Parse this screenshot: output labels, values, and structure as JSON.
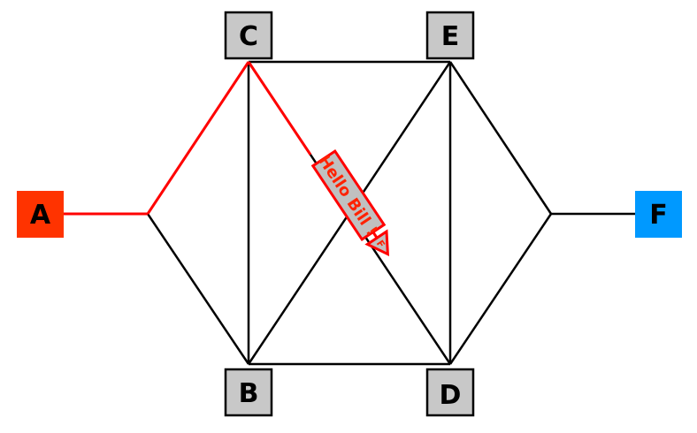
{
  "nodes": {
    "A": {
      "label": "A",
      "fill": "#ff3300"
    },
    "B": {
      "label": "B",
      "fill": "#c8c8c8"
    },
    "C": {
      "label": "C",
      "fill": "#c8c8c8"
    },
    "D": {
      "label": "D",
      "fill": "#c8c8c8"
    },
    "E": {
      "label": "E",
      "fill": "#c8c8c8"
    },
    "F": {
      "label": "F",
      "fill": "#0099ff"
    }
  },
  "packet": {
    "text": "Hello Bill !",
    "head_text": "F",
    "color": "#ff0000"
  },
  "colors": {
    "edge": "#000000",
    "active_path": "#ff0000"
  }
}
